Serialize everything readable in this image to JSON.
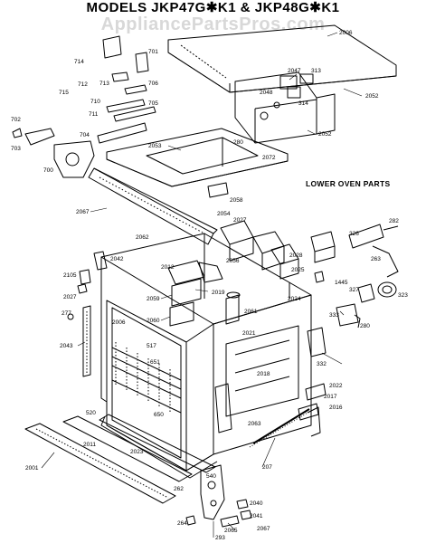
{
  "header": {
    "title": "MODELS JKP47G✱K1 & JKP48G✱K1",
    "watermark": "AppliancePartsPros.com"
  },
  "section_label": "LOWER OVEN PARTS",
  "part_labels": [
    "2006",
    "2047",
    "313",
    "2048",
    "314",
    "2052",
    "2052",
    "701",
    "704",
    "705",
    "706",
    "710",
    "711",
    "712",
    "713",
    "714",
    "715",
    "702",
    "703",
    "700",
    "2053",
    "280",
    "2072",
    "2067",
    "2058",
    "2054",
    "2027",
    "2062",
    "2042",
    "2012",
    "2059",
    "2019",
    "2056",
    "2060",
    "2061",
    "2028",
    "2025",
    "2024",
    "326",
    "282",
    "263",
    "327",
    "323",
    "333",
    "280",
    "332",
    "2105",
    "2027",
    "2043",
    "2006",
    "517",
    "650",
    "520",
    "651",
    "2021",
    "2022",
    "2011",
    "2023",
    "2018",
    "2017",
    "2016",
    "2001",
    "540",
    "2063",
    "207",
    "262",
    "2040",
    "2041",
    "2067",
    "2065",
    "293",
    "264",
    "1445",
    "277"
  ]
}
